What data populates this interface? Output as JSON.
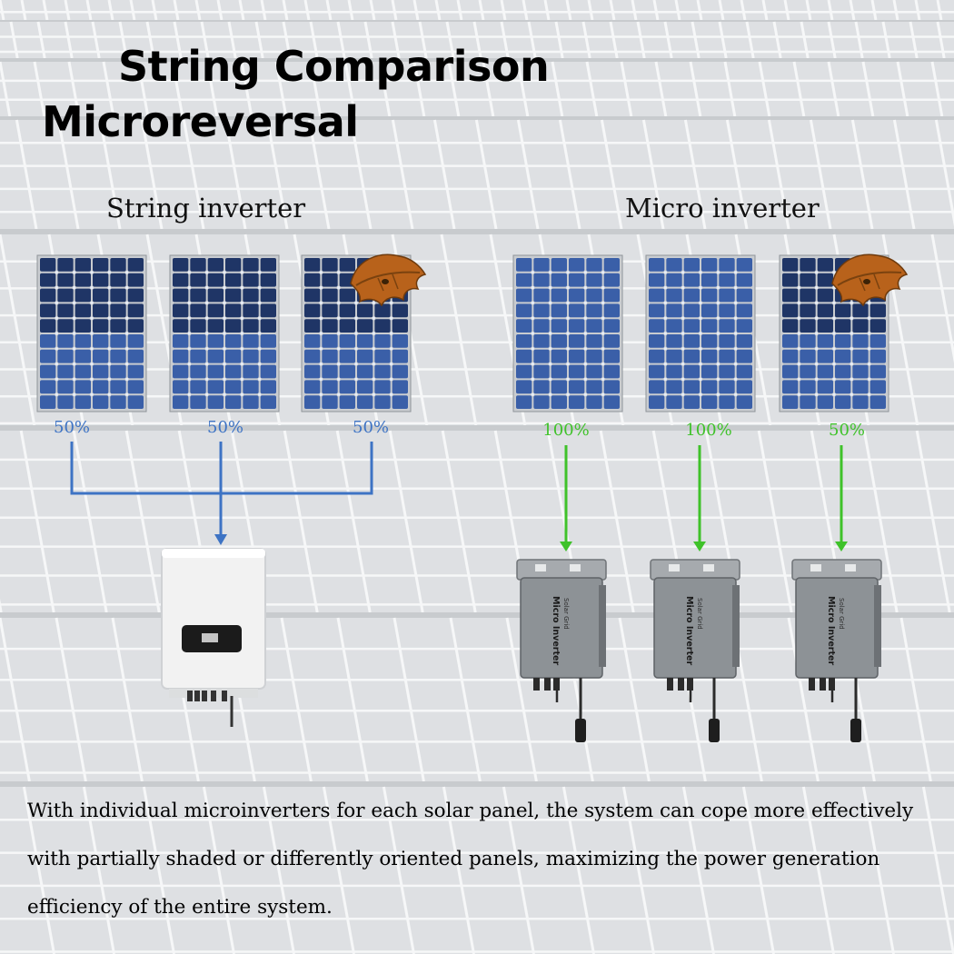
{
  "title_line1": "String Comparison",
  "title_line2": "Microreversal",
  "string_side": {
    "heading": "String inverter",
    "panels": [
      {
        "output_label": "50%"
      },
      {
        "output_label": "50%"
      },
      {
        "output_label": "50%",
        "shaded_by": "leaf-icon"
      }
    ]
  },
  "micro_side": {
    "heading": "Micro inverter",
    "panels": [
      {
        "output_label": "100%"
      },
      {
        "output_label": "100%"
      },
      {
        "output_label": "50%",
        "shaded_by": "leaf-icon"
      }
    ],
    "device_label_small": "Solar Grid",
    "device_label_main": "Micro Inverter"
  },
  "caption": "With individual microinverters for each solar panel, the system can cope more effectively with partially shaded or differently oriented panels, maximizing the power generation efficiency of the entire system.",
  "colors": {
    "string_arrow": "#3d73c4",
    "micro_arrow": "#3fc22a",
    "panel_cell": "#3a5fa8",
    "panel_shaded": "#1f3566",
    "panel_frame": "#c9ccd0",
    "inverter_body": "#f2f2f2",
    "micro_body": "#8d9296",
    "leaf": "#b8621b"
  }
}
